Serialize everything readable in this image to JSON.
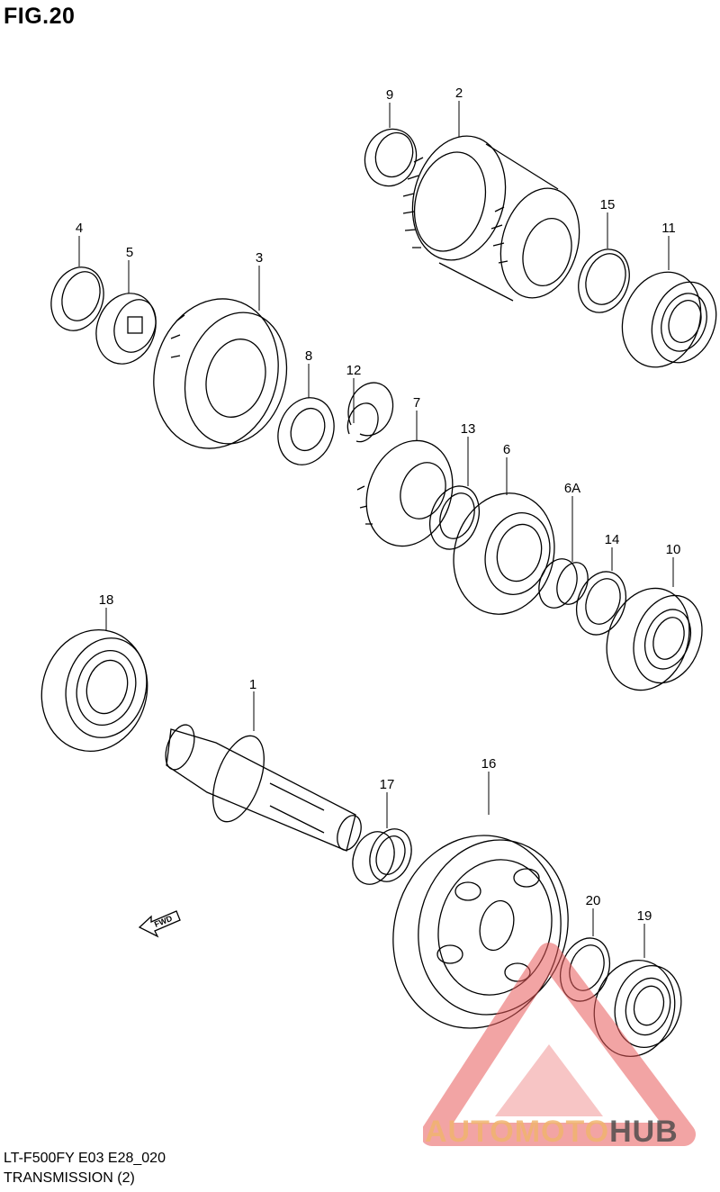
{
  "figure": {
    "title": "FIG.20",
    "model_code": "LT-F500FY E03 E28_020",
    "section_title": "TRANSMISSION (2)"
  },
  "direction_indicator": {
    "label": "FWD",
    "icon": "forward-arrow-icon"
  },
  "callouts": [
    {
      "id": "1",
      "label": "1"
    },
    {
      "id": "2",
      "label": "2"
    },
    {
      "id": "3",
      "label": "3"
    },
    {
      "id": "4",
      "label": "4"
    },
    {
      "id": "5",
      "label": "5"
    },
    {
      "id": "6",
      "label": "6"
    },
    {
      "id": "6A",
      "label": "6A"
    },
    {
      "id": "7",
      "label": "7"
    },
    {
      "id": "8",
      "label": "8"
    },
    {
      "id": "9",
      "label": "9"
    },
    {
      "id": "10",
      "label": "10"
    },
    {
      "id": "11",
      "label": "11"
    },
    {
      "id": "12",
      "label": "12"
    },
    {
      "id": "13",
      "label": "13"
    },
    {
      "id": "14",
      "label": "14"
    },
    {
      "id": "15",
      "label": "15"
    },
    {
      "id": "16",
      "label": "16"
    },
    {
      "id": "17",
      "label": "17"
    },
    {
      "id": "18",
      "label": "18"
    },
    {
      "id": "19",
      "label": "19"
    },
    {
      "id": "20",
      "label": "20"
    }
  ],
  "watermark": {
    "text_part1": "AUTOMOTO",
    "text_part2": "HUB",
    "accent_color": "#f0b46e",
    "triangle_color": "#e85a5a",
    "dark_color": "#464646"
  }
}
